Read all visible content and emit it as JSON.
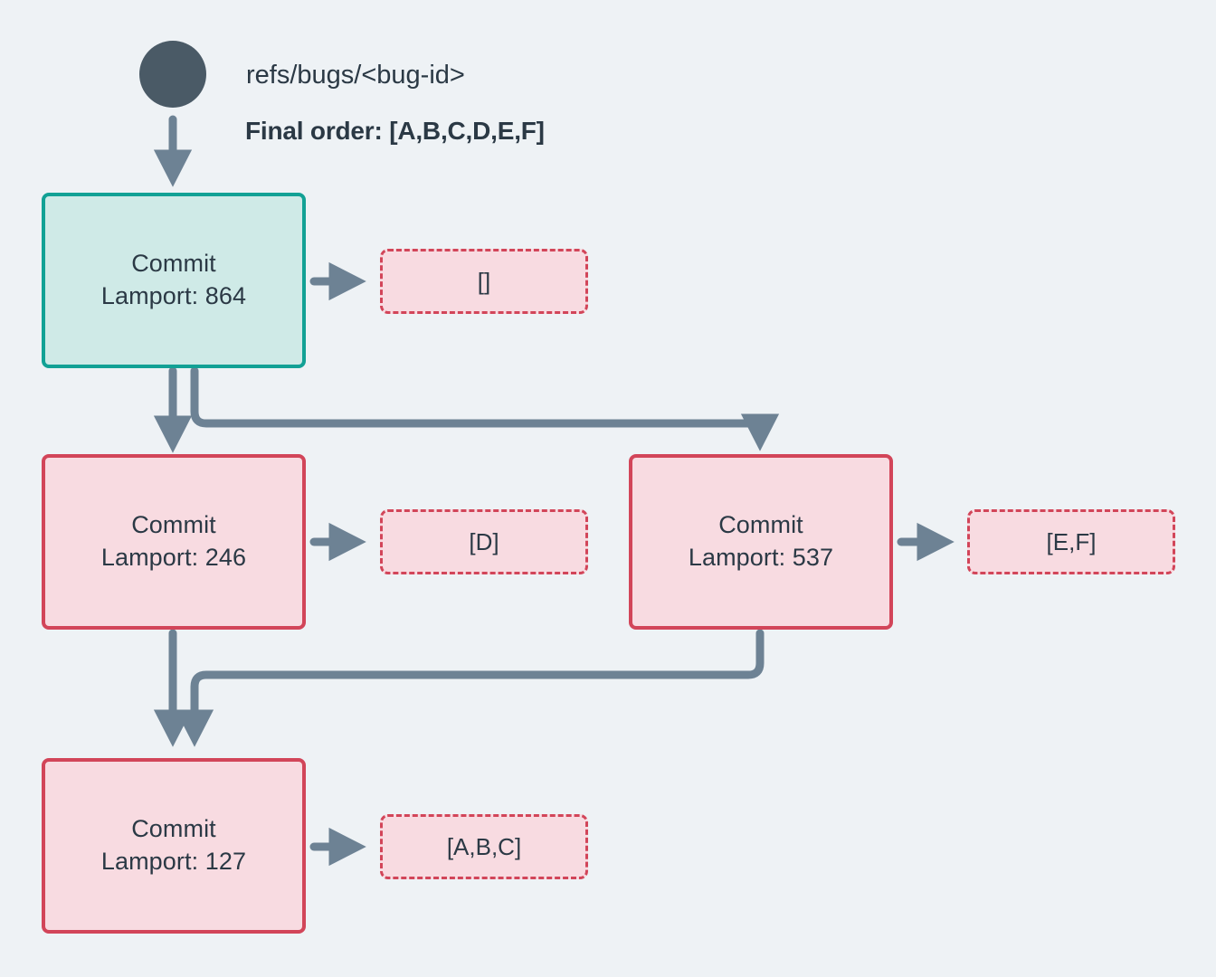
{
  "diagram": {
    "title_ref": "refs/bugs/<bug-id>",
    "final_order_label": "Final order: [A,B,C,D,E,F]",
    "background_color": "#eef2f5",
    "edge_color": "#6d8294",
    "root_node": {
      "name": "root-ref-dot",
      "shape": "circle",
      "color": "#4a5a66"
    },
    "nodes": [
      {
        "id": "commit-864",
        "kind": "commit-root",
        "title": "Commit",
        "detail": "Lamport: 864",
        "fill": "#cfeae7",
        "stroke": "#12a195"
      },
      {
        "id": "commit-246",
        "kind": "commit",
        "title": "Commit",
        "detail": "Lamport: 246",
        "fill": "#f8dbe1",
        "stroke": "#d24559"
      },
      {
        "id": "commit-537",
        "kind": "commit",
        "title": "Commit",
        "detail": "Lamport: 537",
        "fill": "#f8dbe1",
        "stroke": "#d24559"
      },
      {
        "id": "commit-127",
        "kind": "commit",
        "title": "Commit",
        "detail": "Lamport: 127",
        "fill": "#f8dbe1",
        "stroke": "#d24559"
      }
    ],
    "payloads": [
      {
        "id": "payload-864",
        "for": "commit-864",
        "value": "[]"
      },
      {
        "id": "payload-246",
        "for": "commit-246",
        "value": "[D]"
      },
      {
        "id": "payload-537",
        "for": "commit-537",
        "value": "[E,F]"
      },
      {
        "id": "payload-127",
        "for": "commit-127",
        "value": "[A,B,C]"
      }
    ],
    "edges": [
      {
        "from": "root-ref-dot",
        "to": "commit-864",
        "style": "straight"
      },
      {
        "from": "commit-864",
        "to": "commit-246",
        "style": "straight"
      },
      {
        "from": "commit-864",
        "to": "commit-537",
        "style": "elbow-right"
      },
      {
        "from": "commit-246",
        "to": "commit-127",
        "style": "straight"
      },
      {
        "from": "commit-537",
        "to": "commit-127",
        "style": "elbow-left"
      },
      {
        "from": "commit-864",
        "to": "payload-864",
        "style": "short-right"
      },
      {
        "from": "commit-246",
        "to": "payload-246",
        "style": "short-right"
      },
      {
        "from": "commit-537",
        "to": "payload-537",
        "style": "short-right"
      },
      {
        "from": "commit-127",
        "to": "payload-127",
        "style": "short-right"
      }
    ]
  }
}
